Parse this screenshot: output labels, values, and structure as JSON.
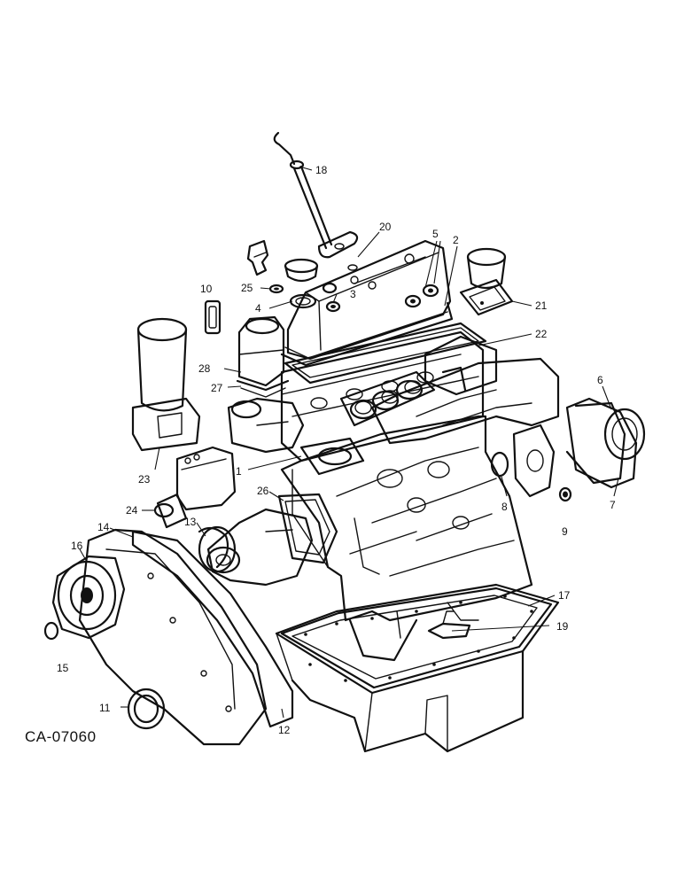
{
  "drawing_ref": "CA-07060",
  "callouts": [
    {
      "id": "c1",
      "label": "1"
    },
    {
      "id": "c2",
      "label": "2"
    },
    {
      "id": "c3",
      "label": "3"
    },
    {
      "id": "c4",
      "label": "4"
    },
    {
      "id": "c5",
      "label": "5"
    },
    {
      "id": "c6",
      "label": "6"
    },
    {
      "id": "c7",
      "label": "7"
    },
    {
      "id": "c8",
      "label": "8"
    },
    {
      "id": "c9",
      "label": "9"
    },
    {
      "id": "c10",
      "label": "10"
    },
    {
      "id": "c11",
      "label": "11"
    },
    {
      "id": "c12",
      "label": "12"
    },
    {
      "id": "c13",
      "label": "13"
    },
    {
      "id": "c14",
      "label": "14"
    },
    {
      "id": "c15",
      "label": "15"
    },
    {
      "id": "c16",
      "label": "16"
    },
    {
      "id": "c17",
      "label": "17"
    },
    {
      "id": "c18",
      "label": "18"
    },
    {
      "id": "c19",
      "label": "19"
    },
    {
      "id": "c20",
      "label": "20"
    },
    {
      "id": "c21",
      "label": "21"
    },
    {
      "id": "c22",
      "label": "22"
    },
    {
      "id": "c23",
      "label": "23"
    },
    {
      "id": "c24",
      "label": "24"
    },
    {
      "id": "c25",
      "label": "25"
    },
    {
      "id": "c26",
      "label": "26"
    },
    {
      "id": "c27",
      "label": "27"
    },
    {
      "id": "c28",
      "label": "28"
    }
  ]
}
